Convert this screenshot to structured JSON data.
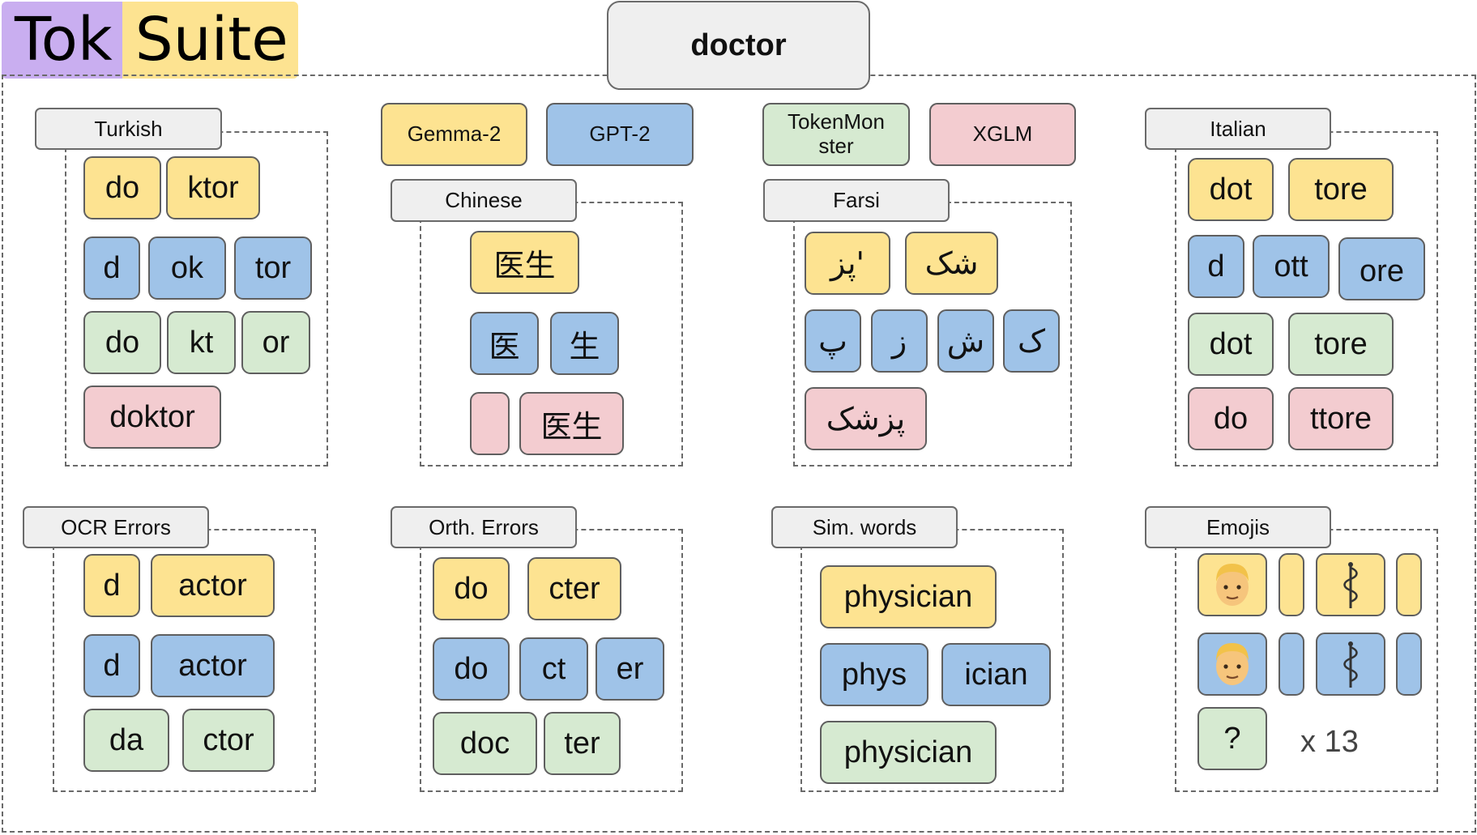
{
  "logo": {
    "part1": "Tok",
    "part2": "Suite",
    "part1_color": "#c9aef0",
    "part2_color": "#fde391"
  },
  "title": "doctor",
  "models": {
    "gemma": "Gemma-2",
    "gpt2": "GPT-2",
    "tokenmonster": "TokenMon ster",
    "xglm": "XGLM",
    "colors": {
      "gemma": "#fde391",
      "gpt2": "#9fc3e8",
      "tokenmonster": "#d6ead1",
      "xglm": "#f3ccd0"
    }
  },
  "groups": {
    "turkish": {
      "label": "Turkish",
      "gemma": [
        "do",
        "ktor"
      ],
      "gpt2": [
        "d",
        "ok",
        "tor"
      ],
      "tokenmonster": [
        "do",
        "kt",
        "or"
      ],
      "xglm": [
        "doktor"
      ]
    },
    "chinese": {
      "label": "Chinese",
      "gemma": [
        "医生"
      ],
      "gpt2": [
        "医",
        "生"
      ],
      "xglm": [
        "",
        "医生"
      ]
    },
    "farsi": {
      "label": "Farsi",
      "gemma": [
        "پز'",
        "شک"
      ],
      "gpt2": [
        "پ",
        "ز",
        "ش",
        "ک"
      ],
      "xglm": [
        "پزشک"
      ]
    },
    "italian": {
      "label": "Italian",
      "gemma": [
        "dot",
        "tore"
      ],
      "gpt2": [
        "d",
        "ott",
        "ore"
      ],
      "tokenmonster": [
        "dot",
        "tore"
      ],
      "xglm": [
        "do",
        "ttore"
      ]
    },
    "ocr": {
      "label": "OCR Errors",
      "gemma": [
        "d",
        "actor"
      ],
      "gpt2": [
        "d",
        "actor"
      ],
      "tokenmonster": [
        "da",
        "ctor"
      ]
    },
    "orth": {
      "label": "Orth. Errors",
      "gemma": [
        "do",
        "cter"
      ],
      "gpt2": [
        "do",
        "ct",
        "er"
      ],
      "tokenmonster": [
        "doc",
        "ter"
      ]
    },
    "sim": {
      "label": "Sim. words",
      "gemma": [
        "physician"
      ],
      "gpt2": [
        "phys",
        "ician"
      ],
      "tokenmonster": [
        "physician"
      ]
    },
    "emoji": {
      "label": "Emojis",
      "unknown": "?",
      "multiplier": "x 13",
      "icons": [
        "man-face-icon",
        "medical-caduceus-icon"
      ]
    }
  }
}
